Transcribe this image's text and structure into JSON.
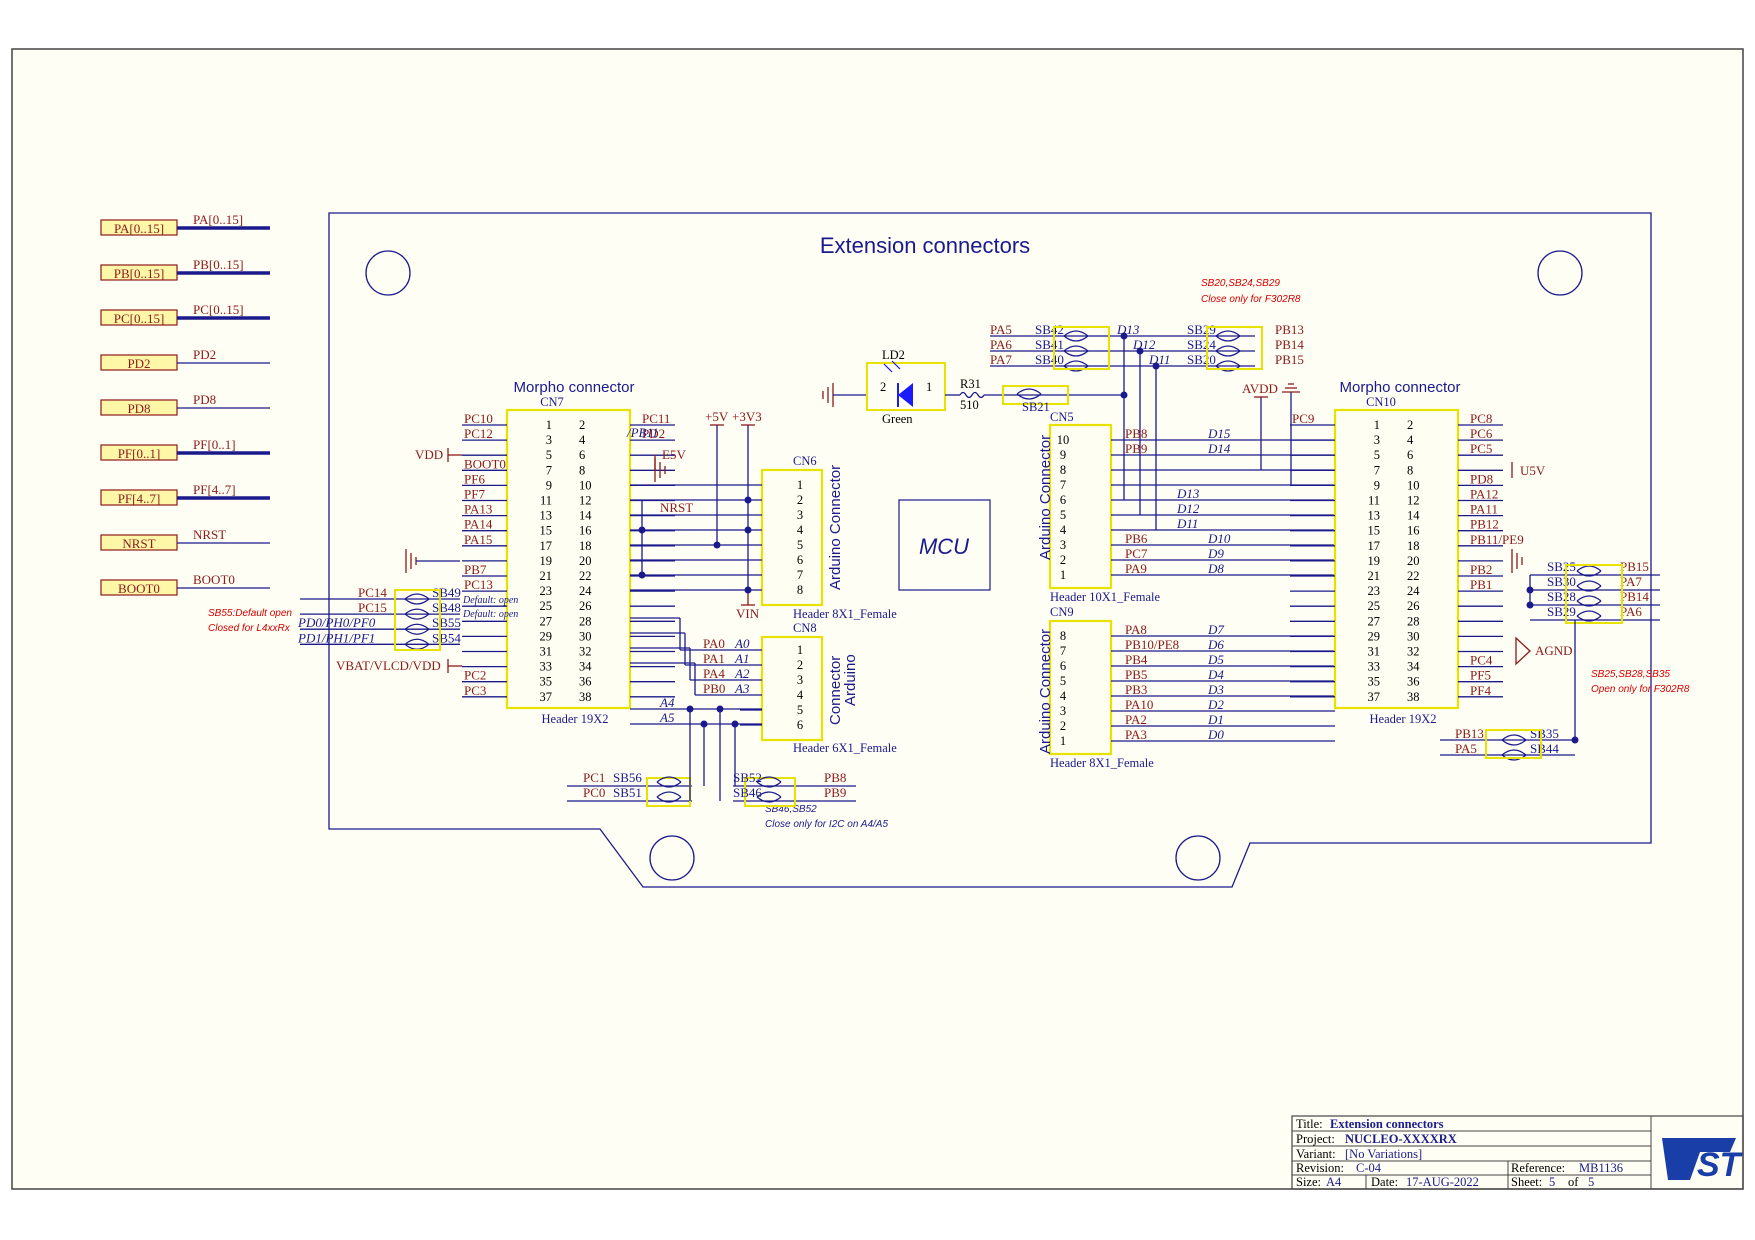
{
  "page_title": "Extension connectors",
  "sheet_ports": [
    {
      "port": "PA[0..15]",
      "net": "PA[0..15]",
      "bus": true
    },
    {
      "port": "PB[0..15]",
      "net": "PB[0..15]",
      "bus": true
    },
    {
      "port": "PC[0..15]",
      "net": "PC[0..15]",
      "bus": true
    },
    {
      "port": "PD2",
      "net": "PD2",
      "bus": false
    },
    {
      "port": "PD8",
      "net": "PD8",
      "bus": false
    },
    {
      "port": "PF[0..1]",
      "net": "PF[0..1]",
      "bus": true
    },
    {
      "port": "PF[4..7]",
      "net": "PF[4..7]",
      "bus": true
    },
    {
      "port": "NRST",
      "net": "NRST",
      "bus": false
    },
    {
      "port": "BOOT0",
      "net": "BOOT0",
      "bus": false
    }
  ],
  "notes": {
    "sb55_1": "SB55:Default open",
    "sb55_2": "Closed for L4xxRx",
    "sb20_1": "SB20,SB24,SB29",
    "sb20_2": "Close only for F302R8",
    "sb25_1": "SB25,SB28,SB35",
    "sb25_2": "Open only for F302R8",
    "sb46_1": "SB46,SB52",
    "sb46_2": "Close only for I2C on A4/A5",
    "default_open_1": "Default: open",
    "default_open_2": "Default: open"
  },
  "mcu": {
    "label": "MCU"
  },
  "cn7": {
    "title": "Morpho connector",
    "ref": "CN7",
    "footer": "Header 19X2",
    "left_labels": [
      "PC10",
      "PC12",
      "",
      "BOOT0",
      "PF6",
      "PF7",
      "PA13",
      "PA14",
      "PA15",
      "",
      "PB7",
      "PC13",
      "",
      "",
      "",
      "",
      "",
      "PC2",
      "PC3"
    ],
    "right_labels": [
      "PC11",
      "PD2",
      "",
      "",
      "",
      "",
      "",
      "",
      "",
      "",
      "",
      "",
      "",
      "",
      "",
      "",
      "",
      "",
      ""
    ],
    "pb11": "/PB11",
    "vdd": "VDD",
    "vbat": "VBAT/VLCD/VDD",
    "e5v": "E5V",
    "nrst": "NRST",
    "a4": "A4",
    "a5": "A5",
    "sb_left": [
      {
        "sig": "PC14",
        "sb": "SB49"
      },
      {
        "sig": "PC15",
        "sb": "SB48"
      },
      {
        "sig": "PD0/PH0/PF0",
        "sb": "SB55"
      },
      {
        "sig": "PD1/PH1/PF1",
        "sb": "SB54"
      }
    ]
  },
  "power": {
    "p5v": "+5V",
    "p3v3": "+3V3",
    "vin": "VIN",
    "avdd": "AVDD",
    "u5v": "U5V",
    "agnd": "AGND"
  },
  "cn6": {
    "ref": "CN6",
    "side": "Arduino Connector",
    "footer": "Header 8X1_Female"
  },
  "cn8": {
    "ref": "CN8",
    "side1": "Connector",
    "side2": "Arduino",
    "footer": "Header 6X1_Female",
    "rows": [
      {
        "p": "PA0",
        "a": "A0"
      },
      {
        "p": "PA1",
        "a": "A1"
      },
      {
        "p": "PA4",
        "a": "A2"
      },
      {
        "p": "PB0",
        "a": "A3"
      }
    ]
  },
  "bottom_sb": {
    "pc1": "PC1",
    "sb56": "SB56",
    "pc0": "PC0",
    "sb51": "SB51",
    "sb52": "SB52",
    "pb8": "PB8",
    "sb46": "SB46",
    "pb9": "PB9"
  },
  "led": {
    "ref": "LD2",
    "color": "Green",
    "pin2": "2",
    "pin1": "1",
    "r": "R31",
    "rval": "510",
    "sb": "SB21"
  },
  "top_sb": [
    {
      "pa": "PA5",
      "sb": "SB42",
      "d": "D13",
      "sb2": "SB29",
      "pb": "PB13"
    },
    {
      "pa": "PA6",
      "sb": "SB41",
      "d": "D12",
      "sb2": "SB24",
      "pb": "PB14"
    },
    {
      "pa": "PA7",
      "sb": "SB40",
      "d": "D11",
      "sb2": "SB20",
      "pb": "PB15"
    }
  ],
  "cn5": {
    "ref": "CN5",
    "side": "Arduino Connector",
    "footer": "Header 10X1_Female",
    "pins": [
      "10",
      "9",
      "8",
      "7",
      "6",
      "5",
      "4",
      "3",
      "2",
      "1"
    ],
    "rows": [
      {
        "p": "PB8",
        "d": "D15"
      },
      {
        "p": "PB9",
        "d": "D14"
      },
      {
        "p": "",
        "d": ""
      },
      {
        "p": "",
        "d": ""
      },
      {
        "p": "",
        "d": "D13"
      },
      {
        "p": "",
        "d": "D12"
      },
      {
        "p": "",
        "d": "D11"
      },
      {
        "p": "PB6",
        "d": "D10"
      },
      {
        "p": "PC7",
        "d": "D9"
      },
      {
        "p": "PA9",
        "d": "D8"
      }
    ]
  },
  "cn9": {
    "ref": "CN9",
    "side": "Arduino Connector",
    "footer": "Header 8X1_Female",
    "pins": [
      "8",
      "7",
      "6",
      "5",
      "4",
      "3",
      "2",
      "1"
    ],
    "rows": [
      {
        "p": "PA8",
        "d": "D7"
      },
      {
        "p": "PB10/PE8",
        "d": "D6"
      },
      {
        "p": "PB4",
        "d": "D5"
      },
      {
        "p": "PB5",
        "d": "D4"
      },
      {
        "p": "PB3",
        "d": "D3"
      },
      {
        "p": "PA10",
        "d": "D2"
      },
      {
        "p": "PA2",
        "d": "D1"
      },
      {
        "p": "PA3",
        "d": "D0"
      }
    ]
  },
  "cn10": {
    "title": "Morpho connector",
    "ref": "CN10",
    "footer": "Header 19X2",
    "left_labels": [
      "PC9",
      "",
      "",
      "",
      "",
      "",
      "",
      "",
      "",
      "",
      "",
      "",
      "",
      "",
      "",
      "",
      "",
      "",
      ""
    ],
    "right_labels": [
      "PC8",
      "PC6",
      "PC5",
      "",
      "PD8",
      "PA12",
      "PA11",
      "PB12",
      "PB11/PE9",
      "",
      "PB2",
      "PB1",
      "",
      "",
      "",
      "",
      "PC4",
      "PF5",
      "PF4"
    ],
    "sb_right": [
      {
        "sb": "SB25",
        "sig": "PB15"
      },
      {
        "sb": "SB30",
        "sig": "PA7"
      },
      {
        "sb": "SB28",
        "sig": "PB14"
      },
      {
        "sb": "SB29",
        "sig": "PA6"
      }
    ],
    "sb_bottom": [
      {
        "sig": "PB13",
        "sb": "SB35"
      },
      {
        "sig": "PA5",
        "sb": "SB44"
      }
    ]
  },
  "title_block": {
    "title_label": "Title:",
    "title": "Extension connectors",
    "project_label": "Project:",
    "project": "NUCLEO-XXXXRX",
    "variant_label": "Variant:",
    "variant": "[No Variations]",
    "revision_label": "Revision:",
    "revision": "C-04",
    "reference_label": "Reference:",
    "reference": "MB1136",
    "size_label": "Size:",
    "size": "A4",
    "date_label": "Date:",
    "date": "17-AUG-2022",
    "sheet_label": "Sheet:",
    "sheet": "5",
    "of_label": "of",
    "sheet_total": "5",
    "logo": "ST"
  }
}
